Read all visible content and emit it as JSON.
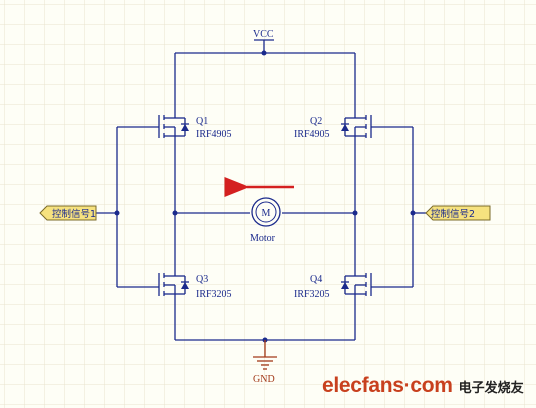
{
  "power": {
    "vcc": "VCC",
    "gnd": "GND"
  },
  "transistors": [
    {
      "ref": "Q1",
      "part": "IRF4905"
    },
    {
      "ref": "Q2",
      "part": "IRF4905"
    },
    {
      "ref": "Q3",
      "part": "IRF3205"
    },
    {
      "ref": "Q4",
      "part": "IRF3205"
    }
  ],
  "motor": {
    "label": "Motor",
    "symbol": "M"
  },
  "ports": {
    "left": "控制信号1",
    "right": "控制信号2"
  },
  "current_arrow_color": "#d42020",
  "wire_color": "#1b2a8c",
  "watermark": {
    "brand": "elecfans·com",
    "sub": "电子发烧友"
  }
}
